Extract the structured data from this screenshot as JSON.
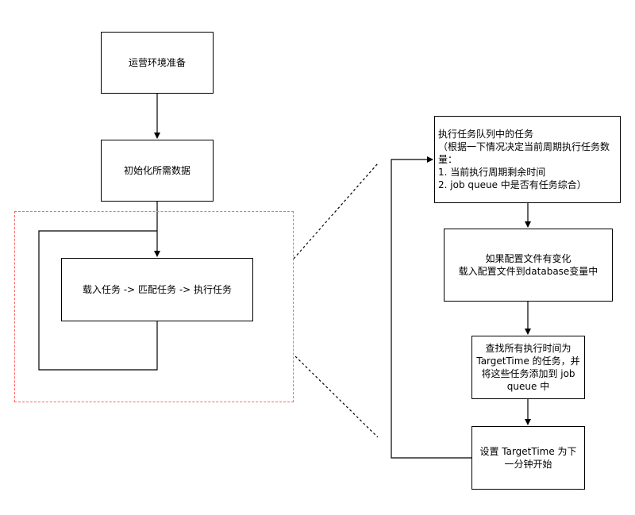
{
  "colors": {
    "stroke": "#000000",
    "group_border": "#ff6666",
    "background": "#ffffff"
  },
  "nodes": {
    "prepare_env": "运营环境准备",
    "init_data": "初始化所需数据",
    "main_loop": "载入任务 -> 匹配任务 -> 执行任务",
    "exec_queue": "执行任务队列中的任务\n（根据一下情况决定当前周期执行任务数量：\n1. 当前执行周期剩余时间\n2. job queue 中是否有任务综合）",
    "reload_config": "如果配置文件有变化\n载入配置文件到database变量中",
    "find_tasks": "查找所有执行时间为 TargetTime 的任务，并将这些任务添加到 job queue 中",
    "set_target": "设置 TargetTime 为下一分钟开始"
  }
}
